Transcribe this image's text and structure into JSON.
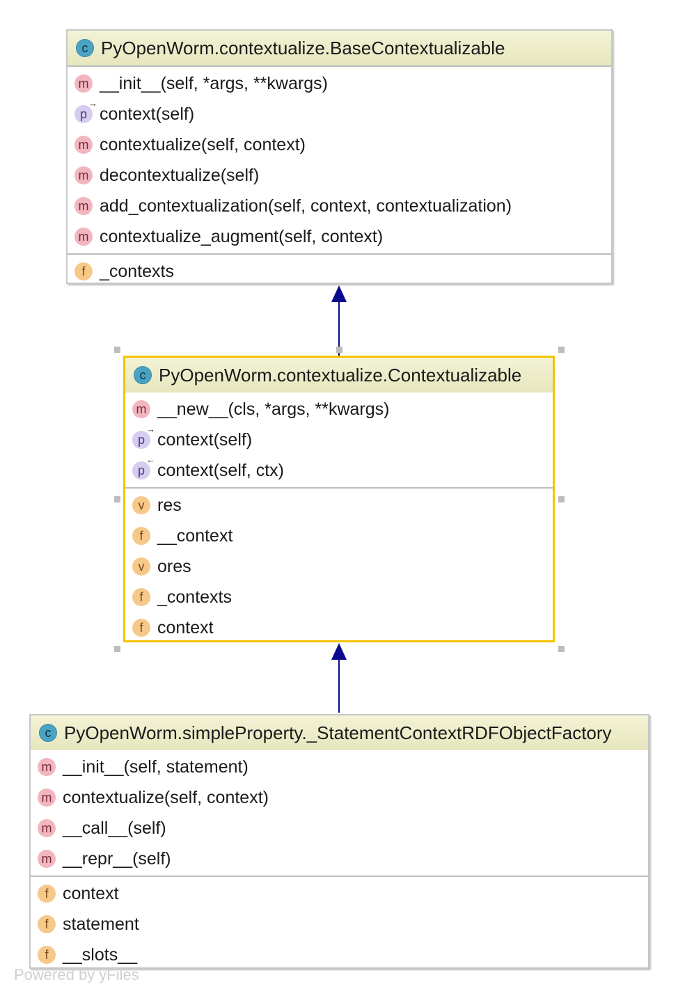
{
  "classes": {
    "base": {
      "name": "PyOpenWorm.contextualize.BaseContextualizable",
      "methods": [
        {
          "icon": "m",
          "text": "__init__(self, *args, **kwargs)"
        },
        {
          "icon": "p",
          "text": "context(self)"
        },
        {
          "icon": "m",
          "text": "contextualize(self, context)"
        },
        {
          "icon": "m",
          "text": "decontextualize(self)"
        },
        {
          "icon": "m",
          "text": "add_contextualization(self, context, contextualization)"
        },
        {
          "icon": "m",
          "text": "contextualize_augment(self, context)"
        }
      ],
      "fields": [
        {
          "icon": "f",
          "text": "_contexts"
        }
      ]
    },
    "contextualizable": {
      "name": "PyOpenWorm.contextualize.Contextualizable",
      "methods": [
        {
          "icon": "m",
          "text": "__new__(cls, *args, **kwargs)"
        },
        {
          "icon": "p",
          "text": "context(self)"
        },
        {
          "icon": "p",
          "text": "context(self, ctx)"
        }
      ],
      "fields": [
        {
          "icon": "v",
          "text": "res"
        },
        {
          "icon": "f",
          "text": "__context"
        },
        {
          "icon": "v",
          "text": "ores"
        },
        {
          "icon": "f",
          "text": "_contexts"
        },
        {
          "icon": "f",
          "text": "context"
        }
      ]
    },
    "factory": {
      "name": "PyOpenWorm.simpleProperty._StatementContextRDFObjectFactory",
      "methods": [
        {
          "icon": "m",
          "text": "__init__(self, statement)"
        },
        {
          "icon": "m",
          "text": "contextualize(self, context)"
        },
        {
          "icon": "m",
          "text": "__call__(self)"
        },
        {
          "icon": "m",
          "text": "__repr__(self)"
        }
      ],
      "fields": [
        {
          "icon": "f",
          "text": "context"
        },
        {
          "icon": "f",
          "text": "statement"
        },
        {
          "icon": "f",
          "text": "__slots__"
        }
      ]
    }
  },
  "icons": {
    "class": {
      "glyph": "c",
      "name": "class-icon"
    },
    "m": {
      "glyph": "m",
      "name": "method-icon"
    },
    "p": {
      "glyph": "p",
      "name": "property-icon"
    },
    "f": {
      "glyph": "f",
      "name": "field-icon"
    },
    "v": {
      "glyph": "v",
      "name": "variable-icon"
    }
  },
  "colors": {
    "selection": "#f5c400",
    "arrow": "#0a0a8c",
    "header": "#ececc8"
  },
  "footer": "Powered by yFiles"
}
